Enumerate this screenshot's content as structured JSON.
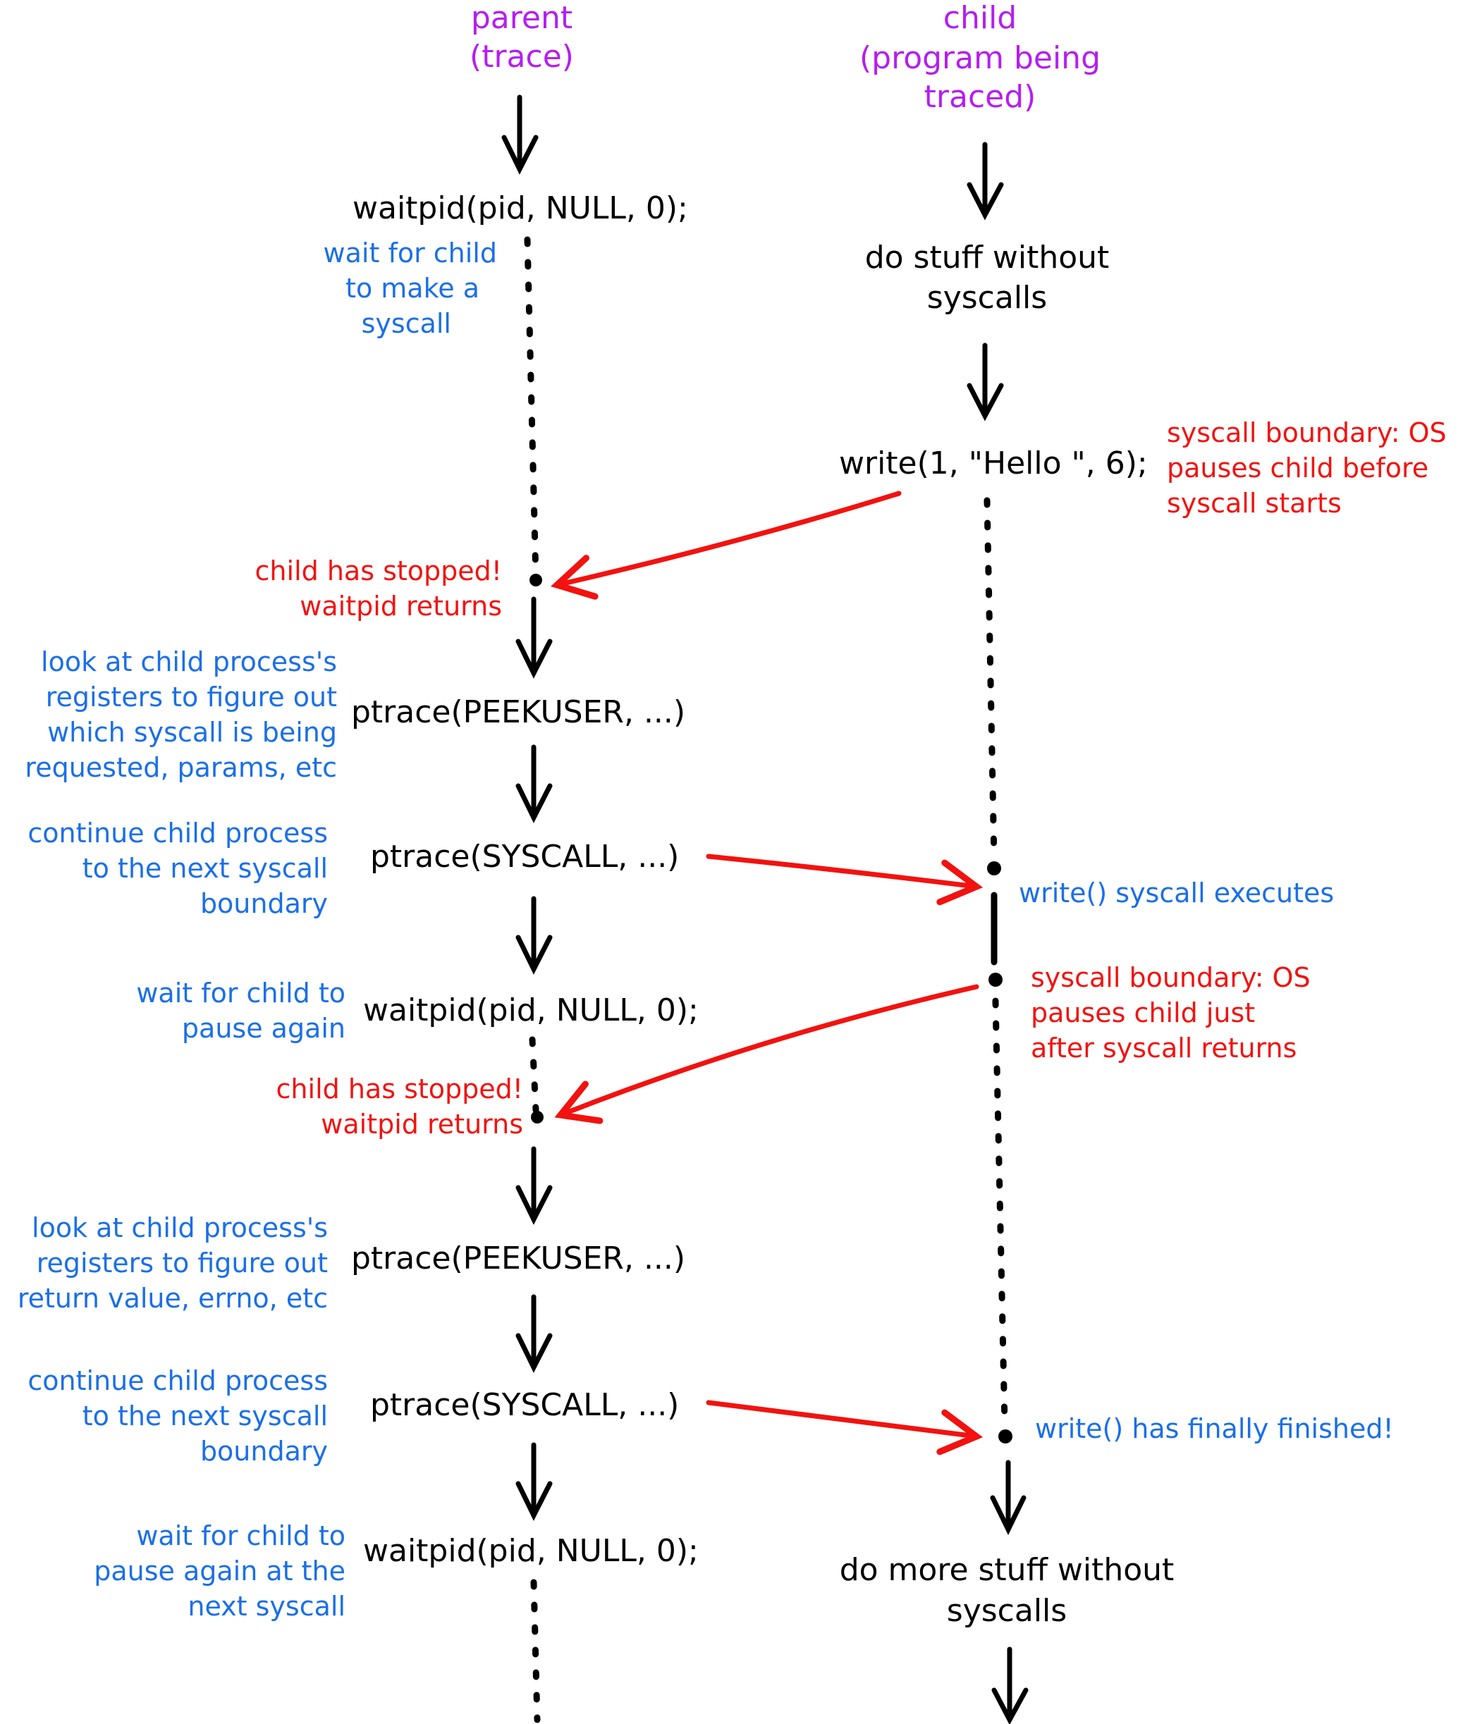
{
  "headers": {
    "parent": [
      "parent",
      "(trace)"
    ],
    "child": [
      "child",
      "(program being",
      "traced)"
    ]
  },
  "parent_steps": [
    "waitpid(pid, NULL, 0);",
    "ptrace(PEEKUSER, ...)",
    "ptrace(SYSCALL, ...)",
    "waitpid(pid, NULL, 0);",
    "ptrace(PEEKUSER, ...)",
    "ptrace(SYSCALL, ...)",
    "waitpid(pid, NULL, 0);"
  ],
  "child_steps": {
    "stuff1": [
      "do stuff without",
      "syscalls"
    ],
    "write_call": "write(1, \"Hello \", 6);",
    "stuff2": [
      "do more stuff without",
      "syscalls"
    ]
  },
  "parent_notes": {
    "wait1": [
      "wait for child",
      "to make a",
      "syscall"
    ],
    "stopped1": [
      "child has stopped!",
      "waitpid returns"
    ],
    "peek1": [
      "look at child process's",
      "registers to figure out",
      "which syscall is being",
      "requested, params, etc"
    ],
    "continue1": [
      "continue child process",
      "to the next syscall",
      "boundary"
    ],
    "wait2": [
      "wait for child to",
      "pause again"
    ],
    "stopped2": [
      "child has stopped!",
      "waitpid returns"
    ],
    "peek2": [
      "look at child process's",
      "registers to figure out",
      "return value, errno, etc"
    ],
    "continue2": [
      "continue child process",
      "to the next syscall",
      "boundary"
    ],
    "wait3": [
      "wait for child to",
      "pause again at the",
      "next syscall"
    ]
  },
  "child_notes": {
    "boundary1": [
      "syscall boundary: OS",
      "pauses child before",
      "syscall starts"
    ],
    "executes": "write() syscall executes",
    "boundary2": [
      "syscall boundary: OS",
      "pauses child just",
      "after syscall returns"
    ],
    "finished": "write() has finally finished!"
  },
  "colors": {
    "header": "#b51ef0",
    "note_blue": "#1a6fe8",
    "note_red": "#f2120f",
    "code": "#000000"
  }
}
